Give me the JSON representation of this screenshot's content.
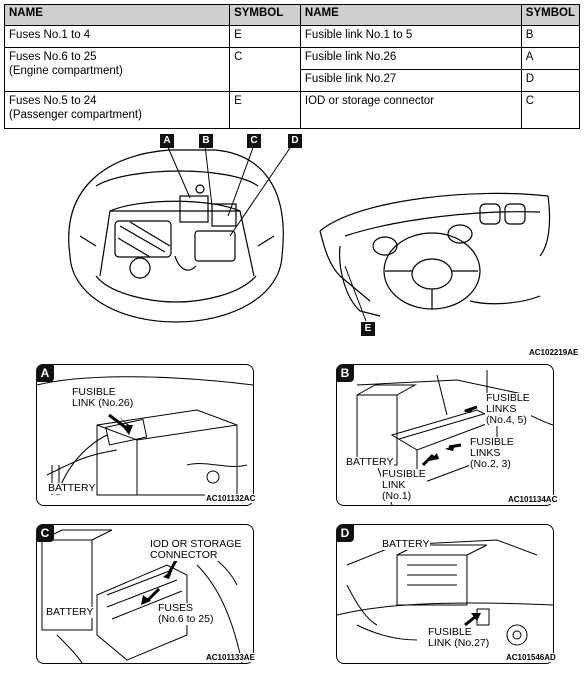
{
  "table": {
    "headers": [
      "NAME",
      "SYMBOL",
      "NAME",
      "SYMBOL"
    ],
    "left": [
      {
        "name": "Fuses No.1 to 4",
        "symbol": "E"
      },
      {
        "name": "Fuses No.6 to 25\n (Engine compartment)",
        "symbol": "C"
      },
      {
        "name": "Fuses No.5 to 24\n (Passenger compartment)",
        "symbol": "E"
      }
    ],
    "right": [
      {
        "name": "Fusible link No.1 to 5",
        "symbol": "B"
      },
      {
        "name": "Fusible link No.26",
        "symbol": "A"
      },
      {
        "name": "Fusible link No.27",
        "symbol": "D"
      },
      {
        "name": "IOD or storage connector",
        "symbol": "C"
      }
    ]
  },
  "overview": {
    "badges": [
      "A",
      "B",
      "C",
      "D",
      "E"
    ],
    "code": "AC102219AE"
  },
  "panels": {
    "a": {
      "badge": "A",
      "labels": [
        "FUSIBLE\nLINK (No.26)",
        "BATTERY"
      ],
      "code": "AC101132AC"
    },
    "b": {
      "badge": "B",
      "labels": [
        "FUSIBLE\nLINKS\n(No.4, 5)",
        "FUSIBLE\nLINKS\n(No.2, 3)",
        "BATTERY",
        "FUSIBLE\nLINK\n(No.1)"
      ],
      "code": "AC101134AC"
    },
    "c": {
      "badge": "C",
      "labels": [
        "IOD OR STORAGE\nCONNECTOR",
        "BATTERY",
        "FUSES\n(No.6 to 25)"
      ],
      "code": "AC101133AE"
    },
    "d": {
      "badge": "D",
      "labels": [
        "BATTERY",
        "FUSIBLE\nLINK (No.27)"
      ],
      "code": "AC101546AD"
    }
  }
}
